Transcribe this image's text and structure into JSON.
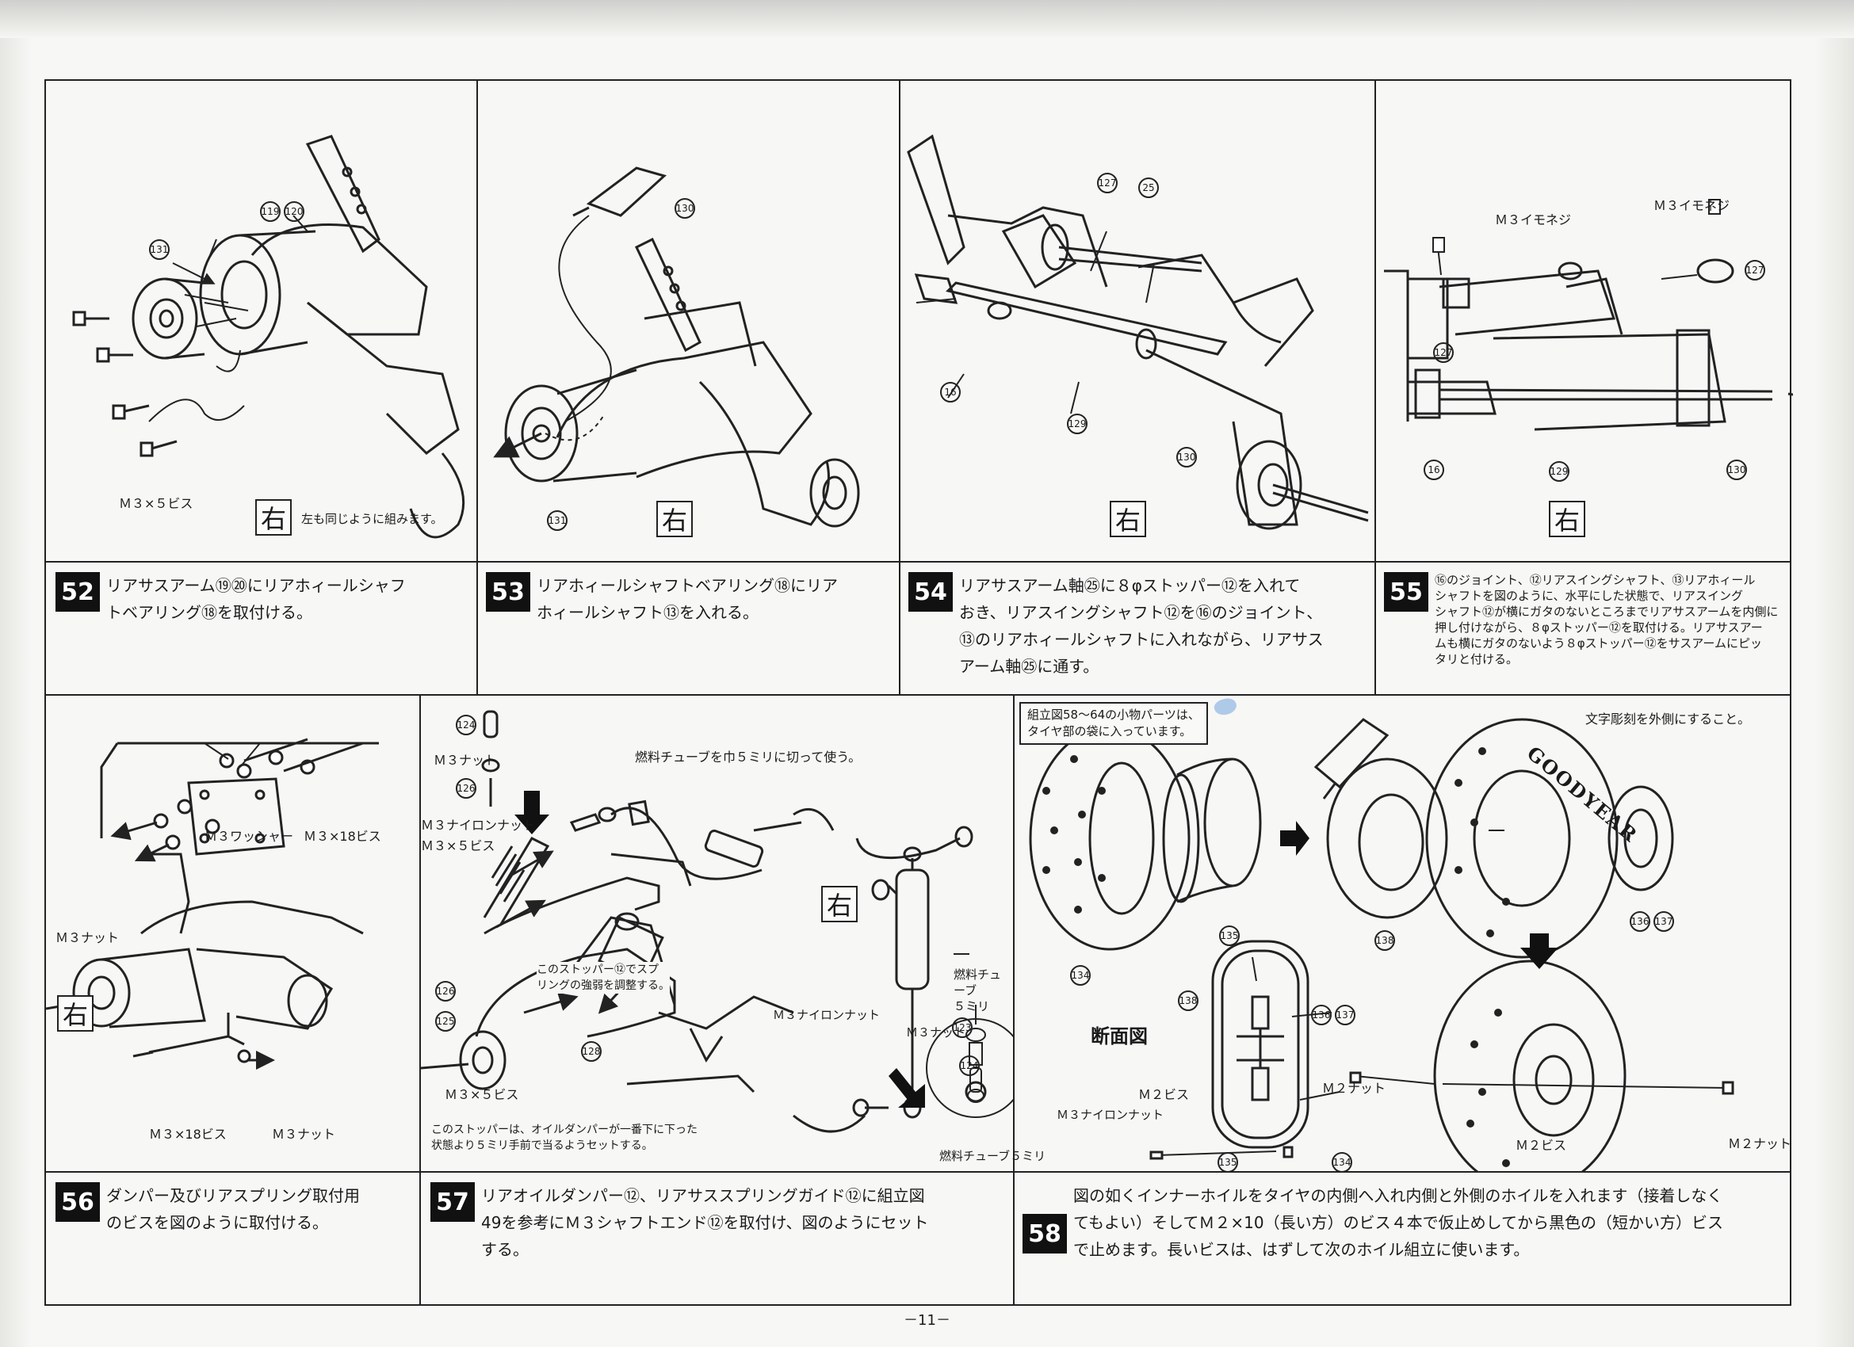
{
  "steps": {
    "s52": {
      "num": "52",
      "text": "リアサスアーム⑲⑳にリアホィールシャフ\nトベアリング⑱を取付ける。"
    },
    "s53": {
      "num": "53",
      "text": "リアホィールシャフトベアリング⑱にリア\nホィールシャフト⑬を入れる。"
    },
    "s54": {
      "num": "54",
      "text": "リアサスアーム軸㉕に８φストッパー⑫を入れて\nおき、リアスイングシャフト⑫を⑯のジョイント、\n⑬のリアホィールシャフトに入れながら、リアサス\nアーム軸㉕に通す。"
    },
    "s55": {
      "num": "55",
      "text": "⑯のジョイント、⑫リアスイングシャフト、⑬リアホィール\nシャフトを図のように、水平にした状態で、リアスイング\nシャフト⑫が横にガタのないところまでリアサスアームを内側に\n押し付けながら、８φストッパー⑫を取付ける。リアサスアー\nムも横にガタのないよう８φストッパー⑫をサスアームにピッ\nタリと付ける。"
    },
    "s56": {
      "num": "56",
      "text": "ダンパー及びリアスプリング取付用\nのビスを図のように取付ける。"
    },
    "s57": {
      "num": "57",
      "text": "リアオイルダンパー⑫、リアサススプリングガイド⑫に組立図\n49を参考にＭ３シャフトエンド⑫を取付け、図のようにセット\nする。"
    },
    "s58": {
      "num": "58",
      "text": "図の如くインナーホイルをタイヤの内側へ入れ内側と外側のホイルを入れます（接着しなく\nてもよい）そしてＭ２×10（長い方）のビス４本で仮止めしてから黒色の（短かい方）ビス\nで止めます。長いビスは、はずして次のホイル組立に使います。"
    }
  },
  "panel52": {
    "callouts": [
      "119",
      "120",
      "131"
    ],
    "bolt_label": "Ｍ３×５ビス",
    "migi": "右",
    "note": "左も同じように組みます。"
  },
  "panel53": {
    "callouts": [
      "130",
      "131"
    ],
    "migi": "右"
  },
  "panel54": {
    "callouts": [
      "127",
      "25",
      "16",
      "129",
      "130"
    ],
    "migi": "右"
  },
  "panel55": {
    "screw_label_left": "Ｍ３イモネジ",
    "screw_label_right": "Ｍ３イモネジ",
    "callouts": [
      "127",
      "127",
      "16",
      "129",
      "130"
    ],
    "migi": "右"
  },
  "panel56": {
    "washer": "Ｍ３ワッシャー",
    "bolt18_top": "Ｍ３×18ビス",
    "nut_left": "Ｍ３ナット",
    "bolt18_bottom": "Ｍ３×18ビス",
    "nut_bottom": "Ｍ３ナット",
    "migi": "右"
  },
  "panel57": {
    "nut": "Ｍ３ナット",
    "nylon_nut": "Ｍ３ナイロンナット",
    "bolt5": "Ｍ３×５ビス",
    "fuel_cut": "燃料チューブを巾５ミリに切って使う。",
    "stopper_note": "このストッパー⑫でスプ\nリングの強弱を調整する。",
    "fuel_tube_right": "燃料チューブ\n５ミリ",
    "nylon_nut_mid": "Ｍ３ナイロンナット",
    "bolt5_b": "Ｍ３×５ビス",
    "nut_circle": "Ｍ３ナット",
    "nylon_nut_bottom": "Ｍ３ナイロンナット",
    "fuel_tube_bottom": "燃料チューブ５ミリ",
    "damper_note": "このストッパーは、オイルダンパーが一番下に下った\n状態より５ミリ手前で当るようセットする。",
    "callouts": [
      "124",
      "126",
      "126",
      "125",
      "128",
      "123",
      "124"
    ],
    "migi": "右"
  },
  "panel58": {
    "parts_note": "組立図58～64の小物パーツは、\nタイヤ部の袋に入っています。",
    "tread_note": "文字彫刻を外側にすること。",
    "brand": "GOODYEAR",
    "section": "断面図",
    "m2_bis": "Ｍ２ビス",
    "m2_nut": "Ｍ２ナット",
    "m2_bis_b": "Ｍ２ビス",
    "m2_nut_b": "Ｍ２ナット",
    "callouts": [
      "134",
      "135",
      "138",
      "136",
      "137",
      "138",
      "136",
      "137",
      "135",
      "134"
    ]
  },
  "footer": "－11－"
}
